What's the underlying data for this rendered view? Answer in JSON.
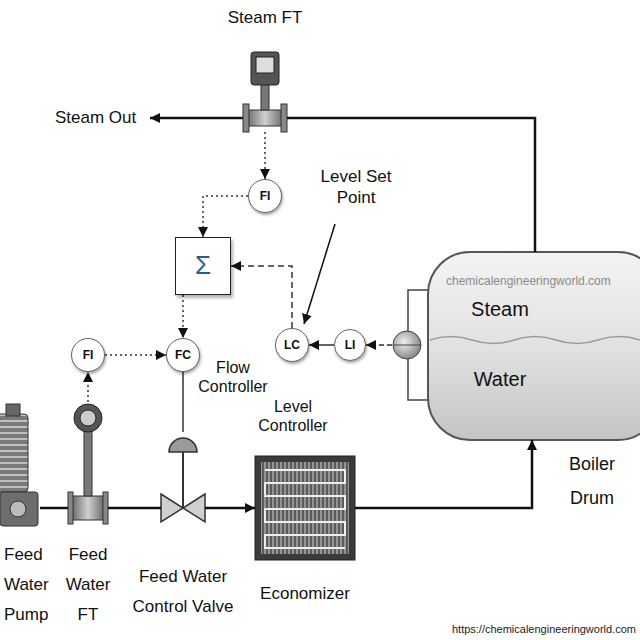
{
  "diagram": {
    "nodes": [
      {
        "text": [
          "Steam FT"
        ]
      },
      {
        "text": [
          "FI"
        ]
      },
      {
        "text": [
          "Σ"
        ]
      },
      {
        "text": [
          "LC",
          "Level Controller"
        ]
      },
      {
        "text": [
          "LI"
        ]
      },
      {
        "text": [
          "FI"
        ]
      },
      {
        "text": [
          "FC",
          "Flow Controller"
        ]
      },
      {
        "text": [
          "Steam",
          "Water",
          "Boiler Drum"
        ]
      },
      {
        "text": [
          "Feed Water Pump"
        ]
      },
      {
        "text": [
          "Feed Water FT"
        ]
      },
      {
        "text": [
          "Feed Water Control Valve"
        ]
      },
      {
        "text": [
          "Economizer"
        ]
      }
    ],
    "edges": [
      {
        "from": 7,
        "to": 0,
        "arrow": "none"
      },
      {
        "from": 0,
        "to": 1,
        "arrow": "to"
      },
      {
        "from": 1,
        "to": 2,
        "arrow": "to"
      },
      {
        "from": 3,
        "to": 2,
        "arrow": "to"
      },
      {
        "from": 4,
        "to": 3,
        "arrow": "to"
      },
      {
        "from": 7,
        "to": 4,
        "arrow": "to"
      },
      {
        "from": 2,
        "to": 6,
        "arrow": "to"
      },
      {
        "from": 5,
        "to": 6,
        "arrow": "to"
      },
      {
        "from": 9,
        "to": 5,
        "arrow": "to"
      },
      {
        "from": 6,
        "to": 10,
        "arrow": "none"
      },
      {
        "from": 8,
        "to": 9,
        "arrow": "none"
      },
      {
        "from": 9,
        "to": 10,
        "arrow": "none"
      },
      {
        "from": 10,
        "to": 11,
        "arrow": "to"
      },
      {
        "from": 11,
        "to": 7,
        "arrow": "to"
      }
    ],
    "labels": [
      "Steam Out",
      "Level Set Point",
      "chemicalengineeringworld.com",
      "https://chemicalengineeringworld.com"
    ]
  }
}
